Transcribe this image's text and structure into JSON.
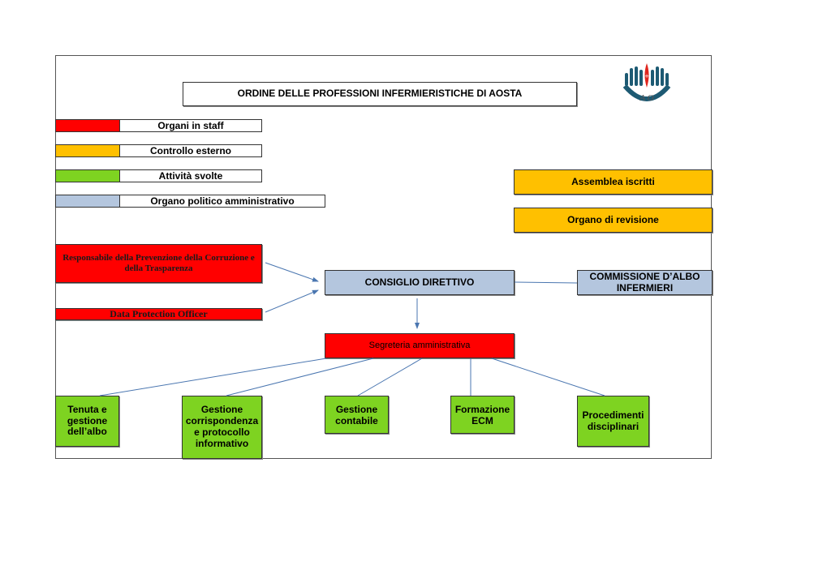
{
  "title": "ORDINE DELLE PROFESSIONI INFERMIERISTICHE DI AOSTA",
  "logo": {
    "icon": "hands-logo-icon",
    "initials": "AO"
  },
  "colors": {
    "red": "#ff0000",
    "orange": "#ffc000",
    "green": "#7ed321",
    "blue": "#b4c6de",
    "connector": "#4a76b0"
  },
  "legend": [
    {
      "label": "Organi in staff",
      "color": "red"
    },
    {
      "label": "Controllo esterno",
      "color": "orange"
    },
    {
      "label": "Attività svolte",
      "color": "green"
    },
    {
      "label": "Organo politico amministrativo",
      "color": "blue"
    }
  ],
  "external": {
    "assemblea": "Assemblea iscritti",
    "revisione": "Organo di revisione"
  },
  "staff": {
    "rpct": "Responsabile della Prevenzione della Corruzione e della Trasparenza",
    "dpo": "Data Protection Officer"
  },
  "consiglio": "CONSIGLIO DIRETTIVO",
  "commissione": "COMMISSIONE D’ALBO INFERMIERI",
  "segreteria": "Segreteria amministrativa",
  "activities": [
    "Tenuta e gestione dell’albo",
    "Gestione corrispondenza e protocollo informativo",
    "Gestione contabile",
    "Formazione ECM",
    "Procedimenti disciplinari"
  ]
}
